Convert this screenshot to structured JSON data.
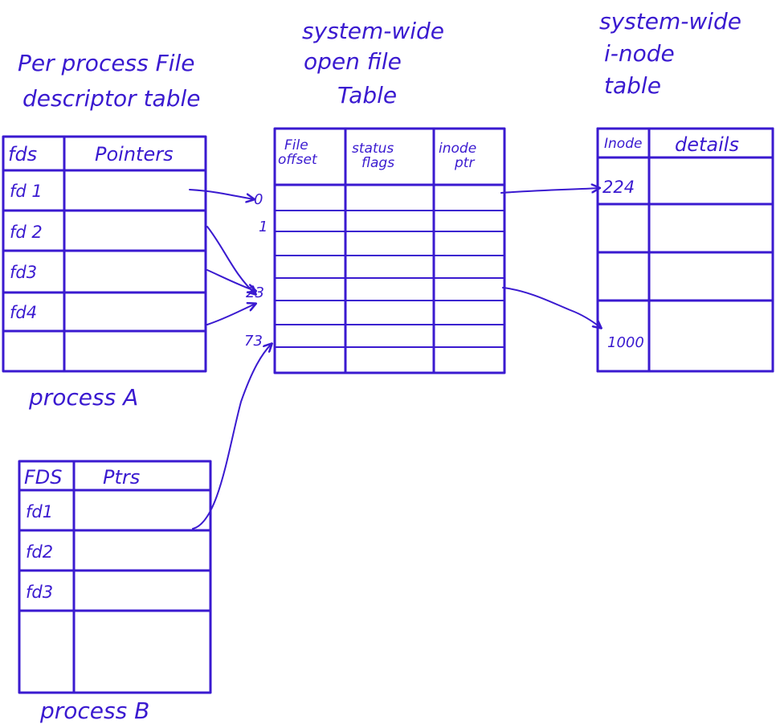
{
  "titles": {
    "fd_table_line1": "Per process File",
    "fd_table_line2": "descriptor table",
    "open_file_line1": "system-wide",
    "open_file_line2": "open file",
    "open_file_line3": "Table",
    "inode_line1": "system-wide",
    "inode_line2": "i-node",
    "inode_line3": "table"
  },
  "process_a": {
    "caption": "process A",
    "col_fds": "fds",
    "col_pointers": "Pointers",
    "rows": [
      "fd 1",
      "fd 2",
      "fd3",
      "fd4"
    ]
  },
  "process_b": {
    "caption": "process B",
    "col_fds": "FDS",
    "col_pointers": "Ptrs",
    "rows": [
      "fd1",
      "fd2",
      "fd3"
    ]
  },
  "open_file_table": {
    "col_offset_1": "File",
    "col_offset_2": "offset",
    "col_status_1": "status",
    "col_status_2": "flags",
    "col_inode_1": "inode",
    "col_inode_2": "ptr",
    "indices": [
      "0",
      "1",
      "23",
      "73"
    ]
  },
  "inode_table": {
    "col_inode": "Inode",
    "col_details": "details",
    "entries": [
      "224",
      "1000"
    ]
  },
  "colors": {
    "ink": "#3a1ad0",
    "background": "#ffffff"
  }
}
